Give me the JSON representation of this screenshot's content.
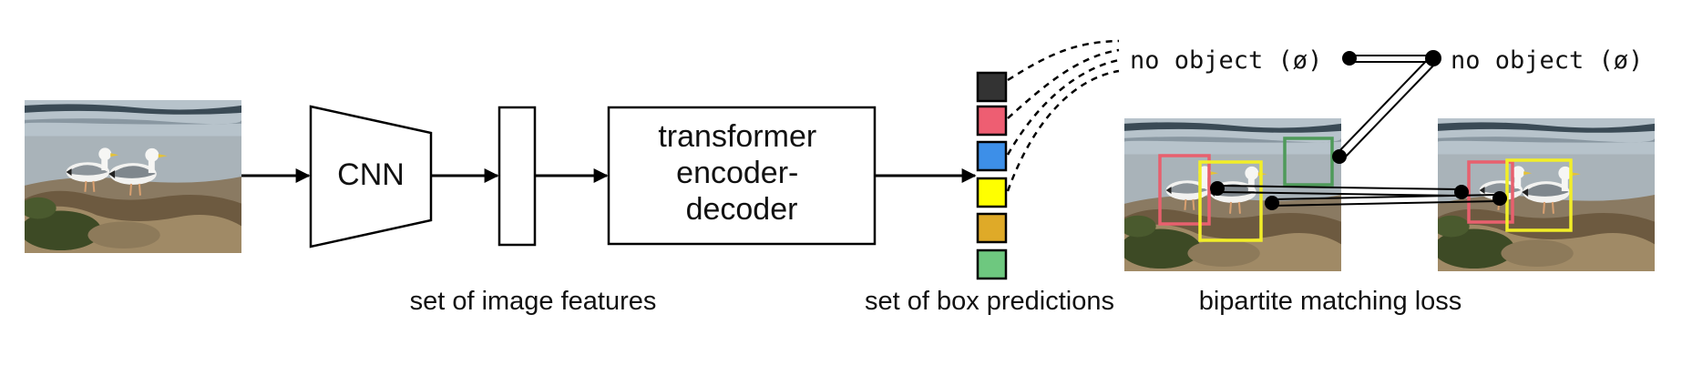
{
  "figure": {
    "cnn_label": "CNN",
    "transformer_label_lines": [
      "transformer",
      "encoder-",
      "decoder"
    ],
    "caption_features": "set of image features",
    "caption_predictions": "set of box predictions",
    "caption_matching": "bipartite matching loss",
    "no_object_prediction": "no object (ø)",
    "no_object_ground_truth": "no object (ø)",
    "box_prediction_colors": [
      "#333333",
      "#ee5e72",
      "#3d8fe8",
      "#ffff00",
      "#dfaa28",
      "#6ec87f"
    ],
    "bbox_colors": {
      "red": "#e8606e",
      "yellow": "#f2ee28",
      "green": "#4f9a5a"
    }
  }
}
